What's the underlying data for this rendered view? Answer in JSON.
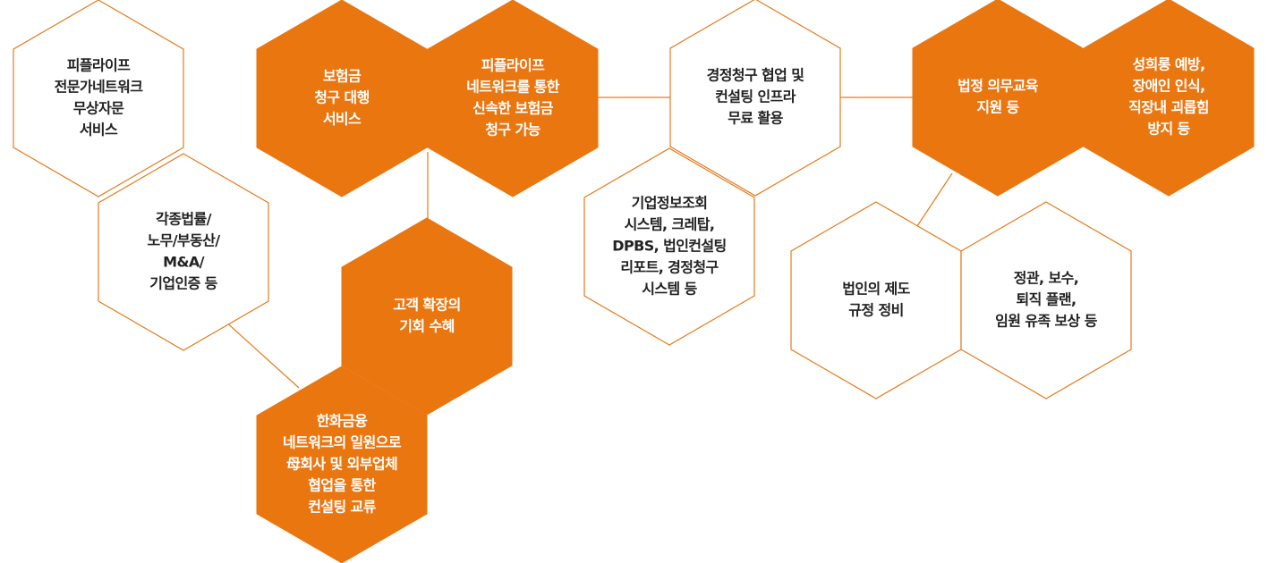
{
  "colors": {
    "accent": "#ea7610",
    "outline": "#e37c1e",
    "background": "#ffffff",
    "text_dark": "#222222",
    "text_light": "#ffffff"
  },
  "hexagons": [
    {
      "id": "hex-peopleslife-expert-network",
      "style": "outline",
      "lines": [
        "피플라이프",
        "전문가네트워크",
        "무상자문",
        "서비스"
      ]
    },
    {
      "id": "hex-legal-labor-services",
      "style": "outline",
      "lines": [
        "각종법률/",
        "노무/부동산/",
        "M&A/",
        "기업인증 등"
      ]
    },
    {
      "id": "hex-insurance-claim-agency",
      "style": "filled",
      "lines": [
        "보험금",
        "청구 대행",
        "서비스"
      ]
    },
    {
      "id": "hex-fast-insurance-claim",
      "style": "filled",
      "lines": [
        "피플라이프",
        "네트워크를 통한",
        "신속한 보험금",
        "청구 가능"
      ]
    },
    {
      "id": "hex-customer-expansion",
      "style": "filled",
      "lines": [
        "고객 확장의",
        "기회 수혜"
      ]
    },
    {
      "id": "hex-hanwha-network",
      "style": "filled",
      "lines": [
        "한화금융",
        "네트워크의 일원으로",
        "母회사 및 외부업체",
        "협업을 통한",
        "컨설팅 교류"
      ]
    },
    {
      "id": "hex-management-consulting-infra",
      "style": "outline",
      "lines": [
        "경정청구 협업 및",
        "컨설팅 인프라",
        "무료 활용"
      ]
    },
    {
      "id": "hex-company-info-systems",
      "style": "outline",
      "lines": [
        "기업정보조회",
        "시스템, 크레탑,",
        "DPBS, 법인컨설팅",
        "리포트, 경정청구",
        "시스템 등"
      ]
    },
    {
      "id": "hex-mandatory-education",
      "style": "filled",
      "lines": [
        "법정 의무교육",
        "지원 등"
      ]
    },
    {
      "id": "hex-harassment-prevention",
      "style": "filled",
      "lines": [
        "성희롱 예방,",
        "장애인 인식,",
        "직장내 괴롭힘",
        "방지 등"
      ]
    },
    {
      "id": "hex-corporate-regulations",
      "style": "outline",
      "lines": [
        "법인의 제도",
        "규정 정비"
      ]
    },
    {
      "id": "hex-articles-compensation",
      "style": "outline",
      "lines": [
        "정관, 보수,",
        "퇴직 플랜,",
        "임원 유족 보상 등"
      ]
    }
  ]
}
